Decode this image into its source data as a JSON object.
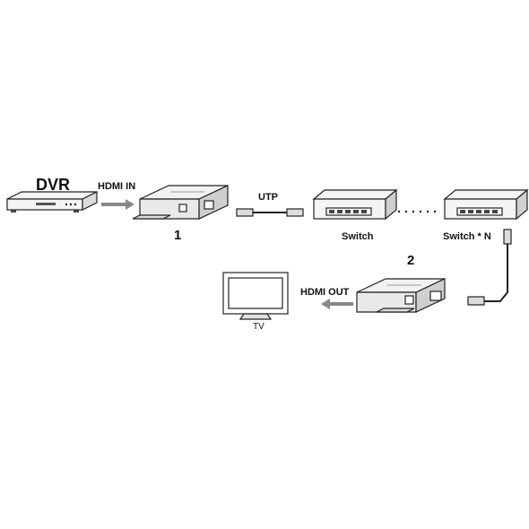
{
  "labels": {
    "dvr": "DVR",
    "hdmi_in": "HDMI IN",
    "utp": "UTP",
    "device1": "1",
    "device2": "2",
    "switch": "Switch",
    "switch_n": "Switch * N",
    "hdmi_out": "HDMI OUT",
    "tv": "TV"
  },
  "colors": {
    "line": "#222222",
    "arrow": "#888888",
    "device_fill": "#f2f2f2",
    "device_shade": "#cfcfcf"
  }
}
